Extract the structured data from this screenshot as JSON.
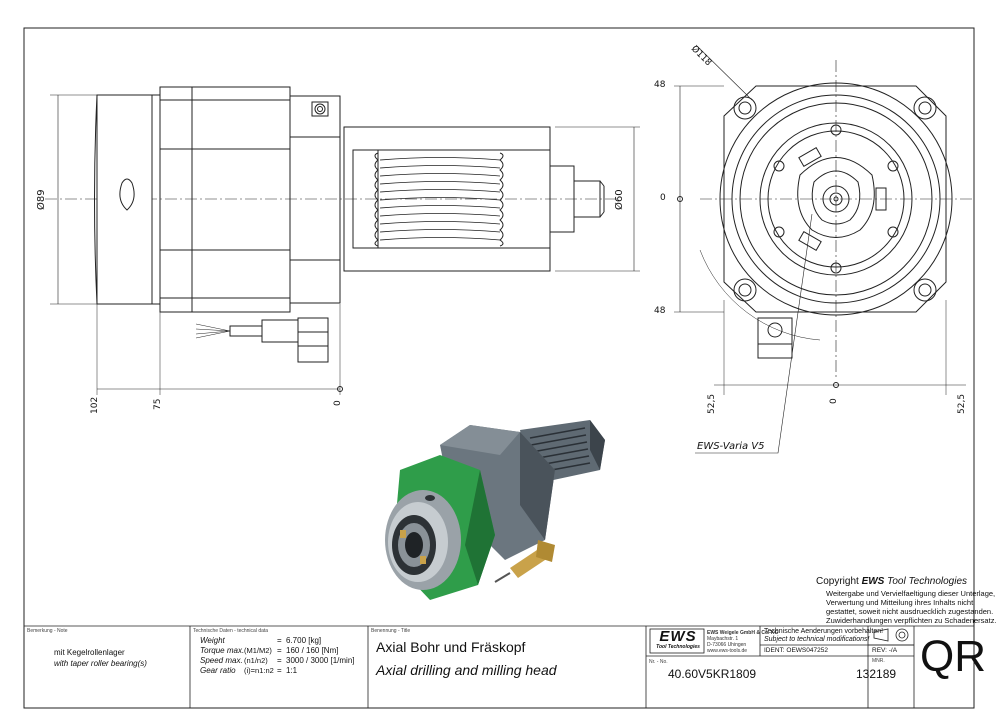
{
  "dims": {
    "d89": "Ø89",
    "d60": "Ø60",
    "d118": "Ø118",
    "l102": "102",
    "l75": "75",
    "l0_side": "0",
    "r48_top": "48",
    "r0": "0",
    "r48_bot": "48",
    "b52_left": "52,5",
    "b0": "0",
    "b52_right": "52,5",
    "variant_label": "EWS-Varia V5"
  },
  "copyright": {
    "prefix": "Copyright ",
    "brand": "EWS",
    "suffix": " Tool Technologies",
    "lines": [
      "Weitergabe und Vervielfaeltigung dieser Unterlage,",
      "Verwertung und Mitteilung ihres Inhalts nicht",
      "gestattet, soweit nicht ausdruecklich zugestanden.",
      "Zuwiderhandlungen verpflichten zu Schadenersatz."
    ]
  },
  "title_block": {
    "remark_label": "Bemerkung - Note",
    "remark_de": "mit Kegelrollenlager",
    "remark_en": "with taper roller bearing(s)",
    "tech_label": "Technische Daten - technical data",
    "tech_rows": [
      {
        "name": "Weight",
        "sym": "",
        "eq": "=",
        "value": "6.700 [kg]"
      },
      {
        "name": "Torque max.",
        "sym": "(M1/M2)",
        "eq": "=",
        "value": "160 / 160 [Nm]"
      },
      {
        "name": "Speed max.",
        "sym": "(n1/n2)",
        "eq": "=",
        "value": "3000 / 3000 [1/min]"
      },
      {
        "name": "Gear ratio",
        "sym": "(i)=n1:n2",
        "eq": "=",
        "value": "1:1"
      }
    ],
    "title_label": "Benennung - Title",
    "title_de": "Axial Bohr und Fräskopf",
    "title_en": "Axial drilling and milling head",
    "logo": "EWS",
    "logo_sub": "Tool Technologies",
    "company_lines": [
      "EWS Weigele GmbH & Co. KG",
      "Maybachstr. 1",
      "D-73066 Uhingen",
      "www.ews-tools.de"
    ],
    "notice_de": "Technische Aenderungen vorbehalten!",
    "notice_en": "Subject to technical modifications!",
    "ident": "IDENT: OEWS047252",
    "rev": "REV: -/A",
    "nr_label": "Nr. - No.",
    "part_no": "40.60V5KR1809",
    "mnr_label": "MNR.",
    "mnr": "132189",
    "qr": "QR"
  }
}
